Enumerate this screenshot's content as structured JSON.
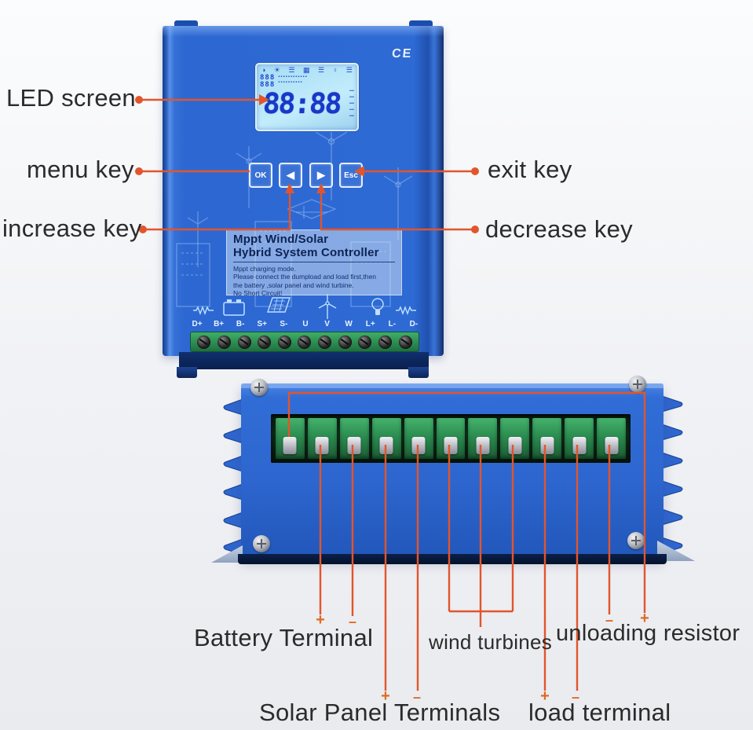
{
  "scene": {
    "accent_color": "#e2552c",
    "device_blue": "#2d68d2",
    "lcd_blue": "#b5e3f7",
    "terminal_green": "#2f9e57"
  },
  "front_device": {
    "ce_mark": "CE",
    "lcd": {
      "big_display": "88:88",
      "small_row1": "888",
      "small_row2": "888"
    },
    "buttons": {
      "ok": "OK",
      "left": "◀",
      "right": "▶",
      "esc": "Esc"
    },
    "plate": {
      "title_line1": "Mppt Wind/Solar",
      "title_line2": "Hybrid System Controller",
      "note_line1": "Mppt charging mode.",
      "note_line2": "Please connect the dumpload and load first,then",
      "note_line3": "the battery ,solar panel and wind turbine.",
      "note_line4": "No Short Circuit!"
    },
    "terminal_labels": [
      "D+",
      "B+",
      "B-",
      "S+",
      "S-",
      "U",
      "V",
      "W",
      "L+",
      "L-",
      "D-"
    ]
  },
  "callouts": {
    "led_screen": "LED screen",
    "menu_key": "menu key",
    "increase_key": "increase key",
    "exit_key": "exit key",
    "decrease_key": "decrease key",
    "battery": {
      "label": "Battery Terminal",
      "plus": "+",
      "minus": "–"
    },
    "wind": {
      "label": "wind turbines"
    },
    "unloading": {
      "label": "unloading resistor",
      "plus": "+",
      "minus": "–"
    },
    "solar": {
      "label": "Solar Panel Terminals",
      "plus": "+",
      "minus": "–"
    },
    "load": {
      "label": "load terminal",
      "plus": "+",
      "minus": "–"
    }
  }
}
